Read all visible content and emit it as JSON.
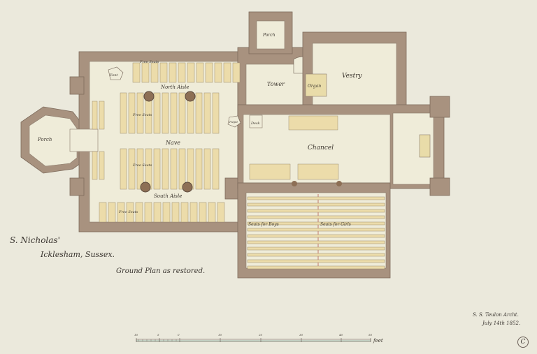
{
  "title": {
    "church": "S. Nicholas'",
    "location": "Icklesham, Sussex.",
    "subtitle": "Ground Plan as restored."
  },
  "rooms": {
    "west_porch": "Porch",
    "north_porch": "Porch",
    "font": "Font",
    "north_aisle": "North Aisle",
    "nave": "Nave",
    "south_aisle": "South Aisle",
    "free_seats_north": "Free Seats",
    "free_seats_south": "Free Seats",
    "free_seats_aisle": "Free Seats",
    "free_seats_naisle": "Free Seats",
    "pulpit": "Pulpit",
    "tower": "Tower",
    "organ": "Organ",
    "vestry": "Vestry",
    "desk": "Desk",
    "chancel": "Chancel",
    "seats_boys": "Seats for Boys",
    "seats_girls": "Seats for Girls"
  },
  "scale": {
    "ticks": [
      "10",
      "5",
      "0",
      "10",
      "20",
      "30",
      "40",
      "50"
    ],
    "unit": "feet"
  },
  "signature": {
    "architect": "S. S. Teulon Archt.",
    "date": "July 14th 1852."
  },
  "stamp": "C",
  "colors": {
    "paper": "#ebe9dc",
    "wall": "#a8927f",
    "floor": "#efecd9",
    "pew": "#ecdcaa"
  }
}
